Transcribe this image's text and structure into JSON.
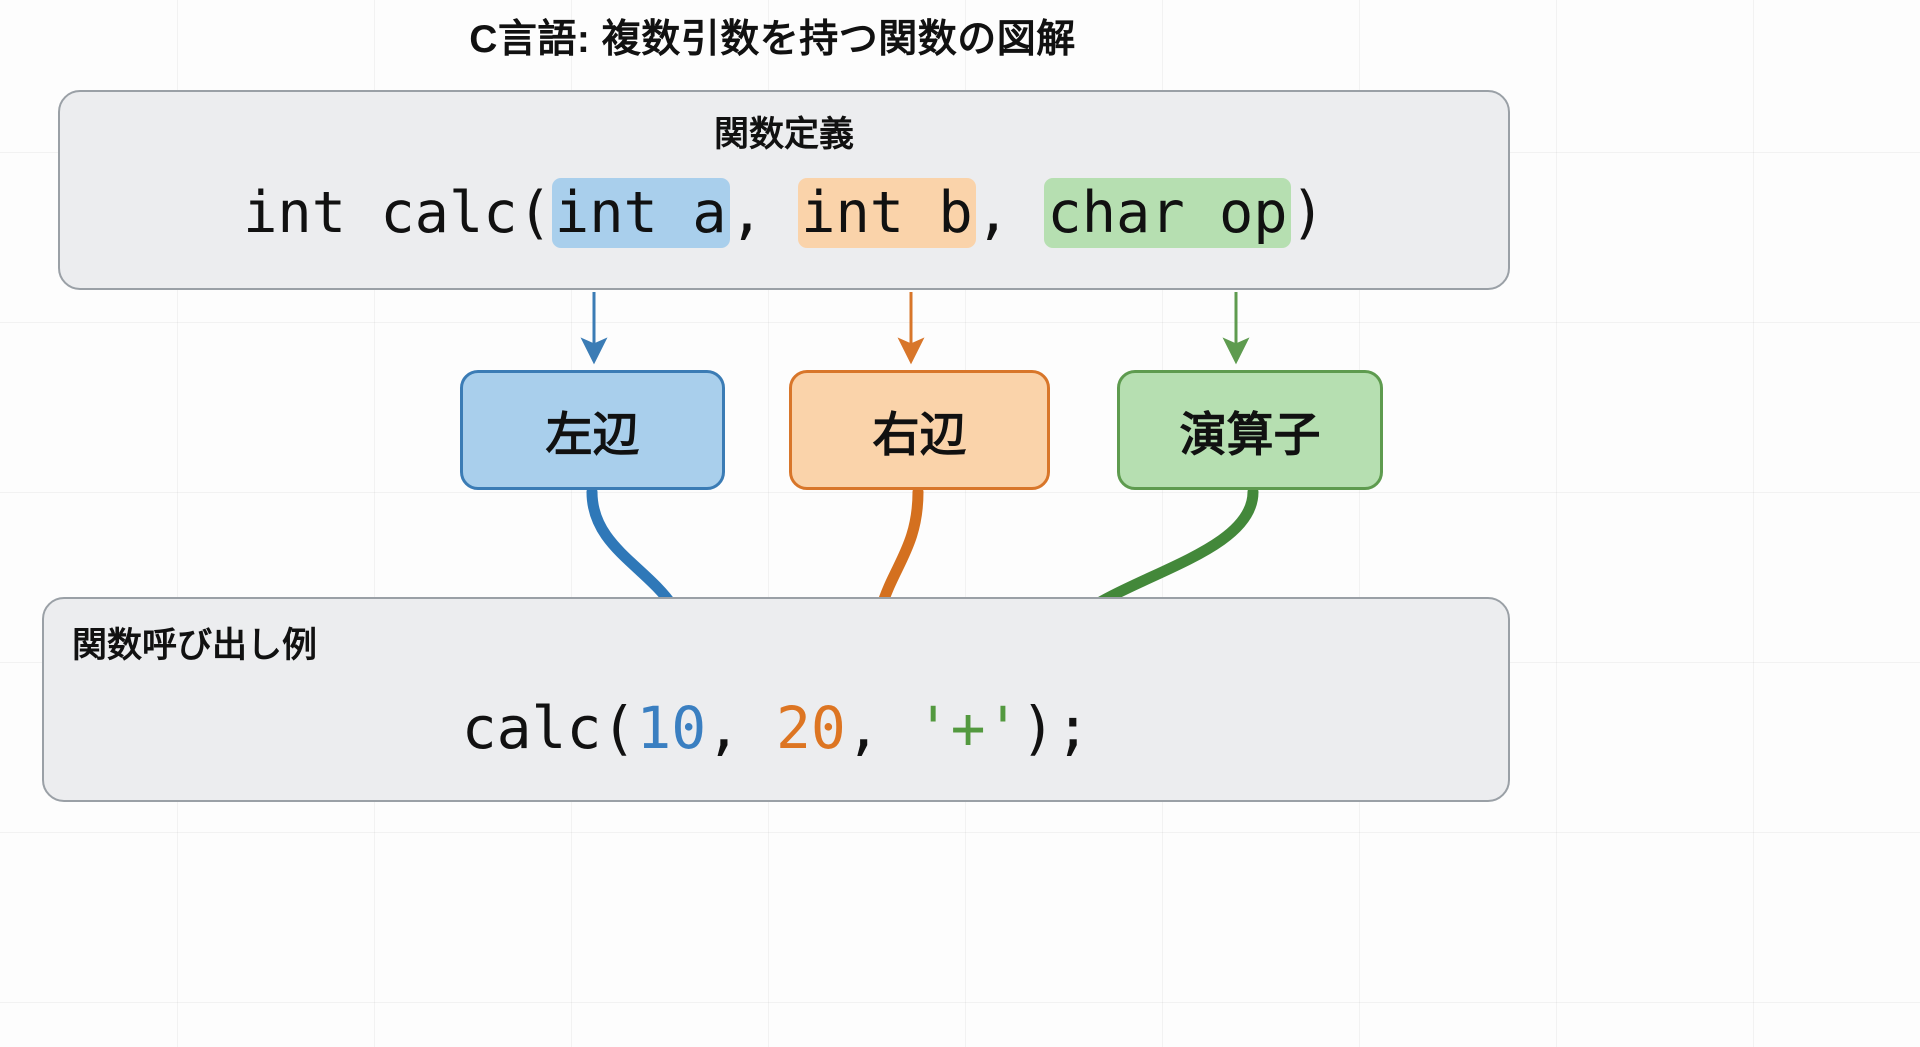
{
  "title": "C言語: 複数引数を持つ関数の図解",
  "colors": {
    "blue_fill": "#a9cfec",
    "blue_stroke": "#3b7cb5",
    "orange_fill": "#fad3aa",
    "orange_stroke": "#d8762a",
    "green_fill": "#b6dfb1",
    "green_stroke": "#5e9b4f",
    "panel_fill": "#ecedef",
    "panel_stroke": "#9aa0a6",
    "text": "#111111"
  },
  "definition_panel": {
    "heading": "関数定義",
    "code": {
      "prefix": "int calc(",
      "param1": "int a",
      "sep1": ", ",
      "param2": "int b",
      "sep2": ", ",
      "param3": "char op",
      "suffix": ")"
    }
  },
  "nodes": [
    {
      "label": "左辺",
      "color": "blue",
      "source_param": "int a"
    },
    {
      "label": "右辺",
      "color": "orange",
      "source_param": "int b"
    },
    {
      "label": "演算子",
      "color": "green",
      "source_param": "char op"
    }
  ],
  "call_panel": {
    "heading": "関数呼び出し例",
    "code": {
      "name": "calc(",
      "arg1": "10",
      "sep1": ", ",
      "arg2": "20",
      "sep2": ", ",
      "arg3": "'+'",
      "suffix": ");"
    }
  }
}
